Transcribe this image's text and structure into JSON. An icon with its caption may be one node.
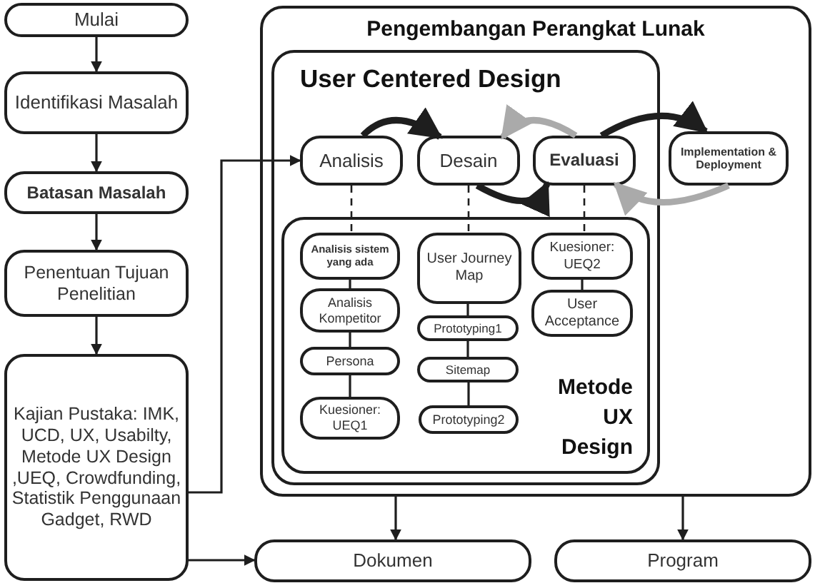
{
  "diagram": {
    "nodes": [
      {
        "text": [
          "Mulai"
        ]
      },
      {
        "text": [
          "Identifikasi Masalah"
        ]
      },
      {
        "text": [
          "Batasan Masalah"
        ]
      },
      {
        "text": [
          "Penentuan Tujuan Penelitian"
        ]
      },
      {
        "text": [
          "Kajian Pustaka: IMK, UCD, UX, Usabilty, Metode UX Design ,UEQ, Crowdfunding, Statistik Penggunaan Gadget, RWD"
        ]
      },
      {
        "text": [
          "Pengembangan Perangkat Lunak"
        ]
      },
      {
        "text": [
          "User Centered Design"
        ],
        "in": 5
      },
      {
        "text": [
          "Analisis"
        ],
        "in": 6
      },
      {
        "text": [
          "Desain"
        ],
        "in": 6
      },
      {
        "text": [
          "Evaluasi"
        ],
        "in": 6
      },
      {
        "text": [
          "Implementation & Deployment"
        ],
        "in": 5
      },
      {
        "text": [
          "Metode UX Design"
        ],
        "in": 6
      },
      {
        "text": [
          "Analisis sistem yang ada"
        ],
        "in": 11
      },
      {
        "text": [
          "Analisis Kompetitor"
        ],
        "in": 11
      },
      {
        "text": [
          "Persona"
        ],
        "in": 11
      },
      {
        "text": [
          "Kuesioner: UEQ1"
        ],
        "in": 11
      },
      {
        "text": [
          "User Journey Map"
        ],
        "in": 11
      },
      {
        "text": [
          "Prototyping1"
        ],
        "in": 11
      },
      {
        "text": [
          "Sitemap"
        ],
        "in": 11
      },
      {
        "text": [
          "Prototyping2"
        ],
        "in": 11
      },
      {
        "text": [
          "Kuesioner: UEQ2"
        ],
        "in": 11
      },
      {
        "text": [
          "User Acceptance"
        ],
        "in": 11
      },
      {
        "text": [
          "Dokumen"
        ]
      },
      {
        "text": [
          "Program"
        ]
      }
    ],
    "edges": [
      {
        "from": 0,
        "to": 1,
        "arrow": "to"
      },
      {
        "from": 1,
        "to": 2,
        "arrow": "to"
      },
      {
        "from": 2,
        "to": 3,
        "arrow": "to"
      },
      {
        "from": 3,
        "to": 4,
        "arrow": "to"
      },
      {
        "from": 4,
        "to": 7,
        "arrow": "to"
      },
      {
        "from": 4,
        "to": 22,
        "arrow": "to"
      },
      {
        "from": 7,
        "to": 8,
        "arrow": "to",
        "style": "thick"
      },
      {
        "from": 8,
        "to": 9,
        "arrow": "to",
        "style": "thick"
      },
      {
        "from": 9,
        "to": 8,
        "arrow": "to",
        "style": "thick",
        "color": "#aaaaaa"
      },
      {
        "from": 9,
        "to": 10,
        "arrow": "to",
        "style": "thick"
      },
      {
        "from": 10,
        "to": 9,
        "arrow": "to",
        "style": "thick",
        "color": "#aaaaaa"
      },
      {
        "from": 7,
        "to": 12,
        "arrow": "none",
        "style": "dashed"
      },
      {
        "from": 8,
        "to": 16,
        "arrow": "none",
        "style": "dashed"
      },
      {
        "from": 9,
        "to": 20,
        "arrow": "none",
        "style": "dashed"
      },
      {
        "from": 12,
        "to": 13,
        "arrow": "none"
      },
      {
        "from": 13,
        "to": 14,
        "arrow": "none"
      },
      {
        "from": 14,
        "to": 15,
        "arrow": "none"
      },
      {
        "from": 16,
        "to": 17,
        "arrow": "none"
      },
      {
        "from": 17,
        "to": 18,
        "arrow": "none"
      },
      {
        "from": 18,
        "to": 19,
        "arrow": "none"
      },
      {
        "from": 20,
        "to": 21,
        "arrow": "none"
      },
      {
        "from": 5,
        "to": 22,
        "arrow": "to"
      },
      {
        "from": 5,
        "to": 23,
        "arrow": "to"
      }
    ]
  }
}
